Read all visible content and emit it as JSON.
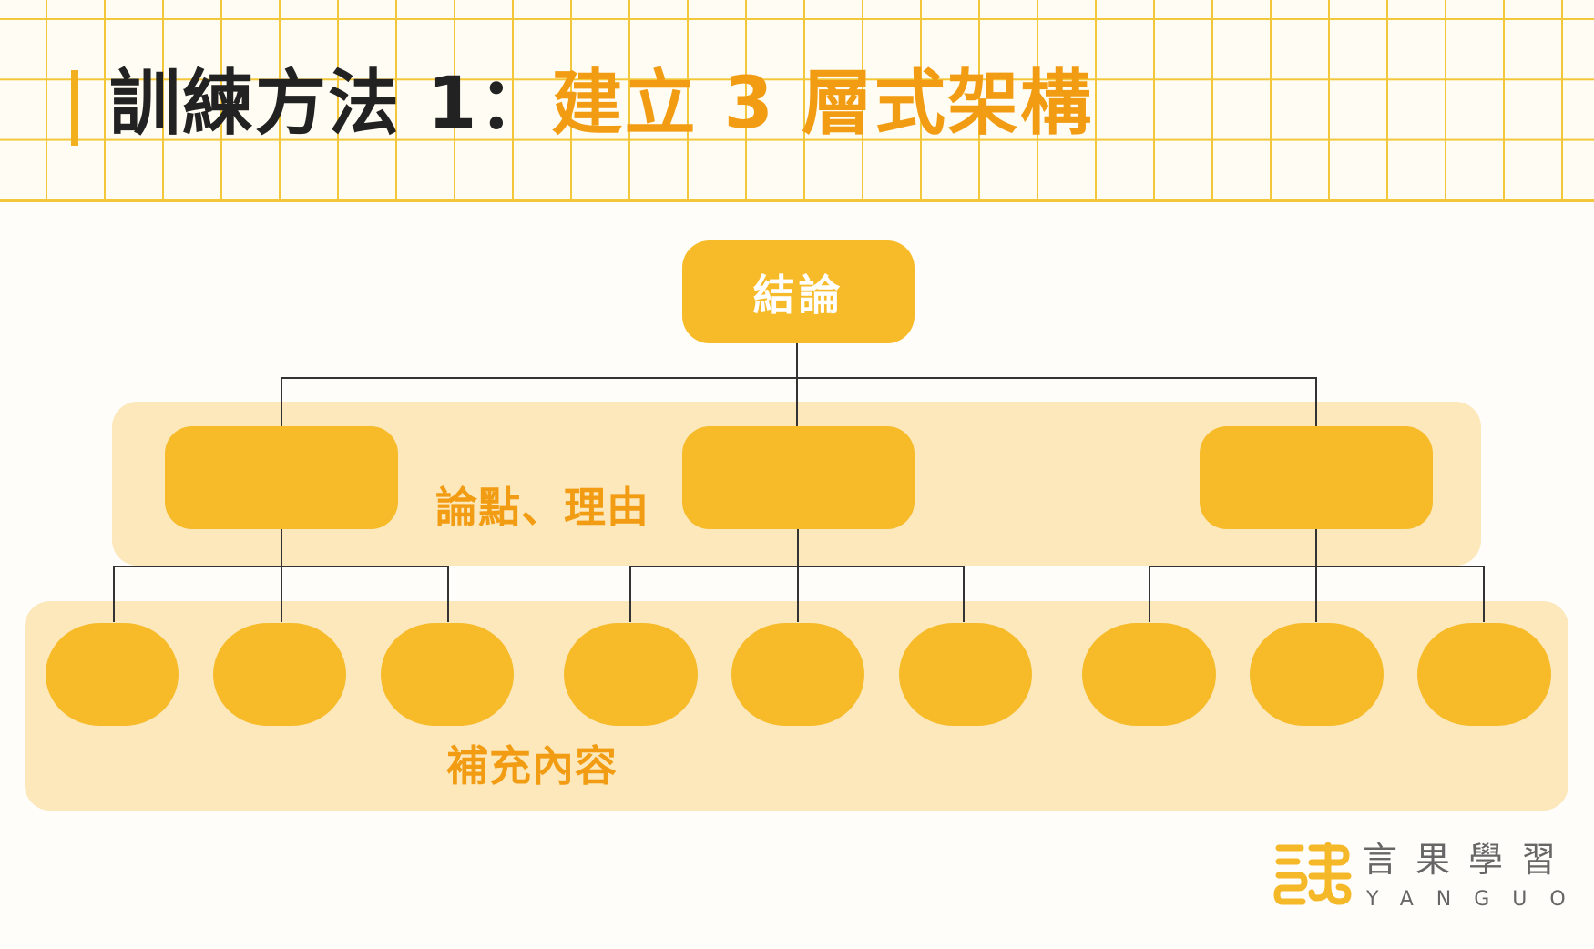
{
  "header": {
    "title_prefix": "訓練方法 1：",
    "title_highlight": "建立 3 層式架構"
  },
  "diagram": {
    "top_node": {
      "label": "結論"
    },
    "middle_layer": {
      "label": "論點、理由",
      "node_count": 3
    },
    "bottom_layer": {
      "label": "補充內容",
      "node_count": 9
    }
  },
  "brand": {
    "logo_icon": "yanguo-logo-icon",
    "name_cn": "言果學習",
    "name_en": "YANGUO"
  },
  "colors": {
    "accent": "#f2b01e",
    "highlight_text": "#f29c14",
    "node_fill": "#f7bb2a",
    "band_fill": "#fce8bb",
    "grid_line": "#f4c73a",
    "title_text": "#222222",
    "connector": "#333333"
  }
}
